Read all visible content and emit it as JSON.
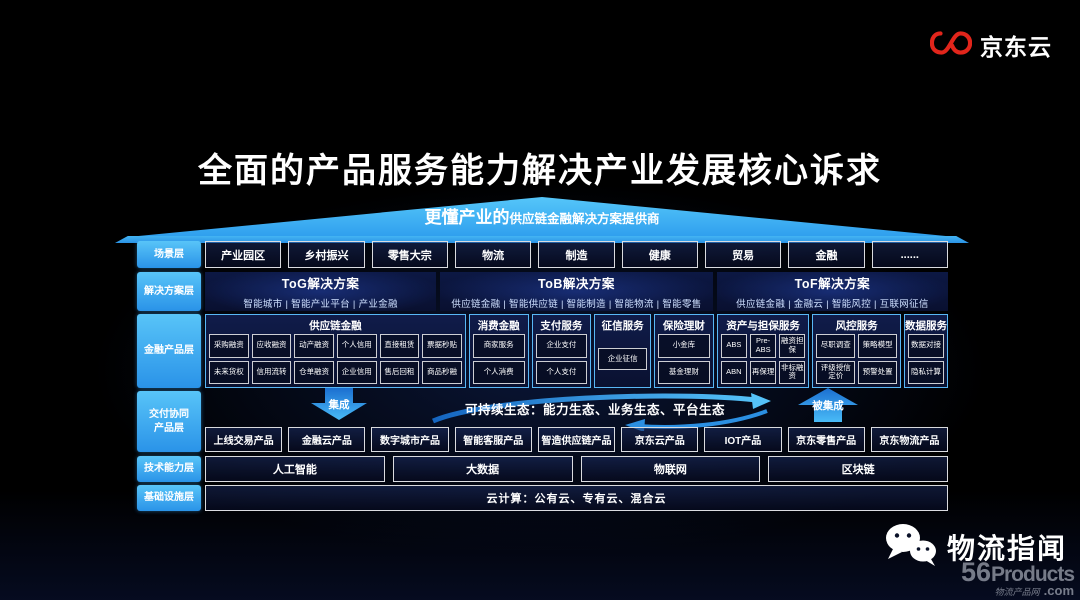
{
  "colors": {
    "accent_blue": "#3fb0f0",
    "brand_red": "#e1251b",
    "panel_navy": "#0a1130"
  },
  "logo": {
    "brand": "京东云",
    "mark": "jd-infinity-mark"
  },
  "title": "全面的产品服务能力解决产业发展核心诉求",
  "roof": {
    "headline_strong": "更懂产业的",
    "headline_rest": "供应链金融解决方案提供商"
  },
  "layers": {
    "scene": {
      "label": "场景层",
      "items": [
        "产业园区",
        "乡村振兴",
        "零售大宗",
        "物流",
        "制造",
        "健康",
        "贸易",
        "金融",
        "......"
      ]
    },
    "solution": {
      "label": "解决方案层",
      "groups": [
        {
          "title": "ToG解决方案",
          "sub": "智能城市 | 智能产业平台 | 产业金融"
        },
        {
          "title": "ToB解决方案",
          "sub": "供应链金融 | 智能供应链 | 智能制造 | 智能物流 | 智能零售"
        },
        {
          "title": "ToF解决方案",
          "sub": "供应链金融 | 金融云 | 智能风控 | 互联网征信"
        }
      ]
    },
    "finance": {
      "label": "金融产品层",
      "groups": [
        {
          "title": "供应链金融",
          "rows": [
            [
              "采购融资",
              "应收融资",
              "动产融资",
              "个人信用",
              "直接租赁",
              "票据秒贴"
            ],
            [
              "未来货权",
              "信用流转",
              "仓单融资",
              "企业信用",
              "售后回租",
              "商品秒融"
            ]
          ]
        },
        {
          "title": "消费金融",
          "rows": [
            [
              "商家服务"
            ],
            [
              "个人消费"
            ]
          ]
        },
        {
          "title": "支付服务",
          "rows": [
            [
              "企业支付"
            ],
            [
              "个人支付"
            ]
          ]
        },
        {
          "title": "征信服务",
          "rows": [
            [
              "企业征信"
            ]
          ]
        },
        {
          "title": "保险理财",
          "rows": [
            [
              "小金库"
            ],
            [
              "基金理财"
            ]
          ]
        },
        {
          "title": "资产与担保服务",
          "rows": [
            [
              "ABS",
              "Pre-ABS",
              "融资担保"
            ],
            [
              "ABN",
              "再保理",
              "非标融资"
            ]
          ]
        },
        {
          "title": "风控服务",
          "rows": [
            [
              "尽职调查",
              "策略模型"
            ],
            [
              "评级授信定价",
              "预警处置"
            ]
          ]
        },
        {
          "title": "数据服务",
          "rows": [
            [
              "数据对接"
            ],
            [
              "隐私计算"
            ]
          ]
        }
      ]
    },
    "delivery": {
      "label_line1": "交付协同",
      "label_line2": "产品层",
      "integrate": "集成",
      "integrated": "被集成",
      "ecosystem": "可持续生态：能力生态、业务生态、平台生态",
      "products": [
        "上线交易产品",
        "金融云产品",
        "数字城市产品",
        "智能客服产品",
        "智造供应链产品",
        "京东云产品",
        "IOT产品",
        "京东零售产品",
        "京东物流产品"
      ]
    },
    "tech": {
      "label": "技术能力层",
      "items": [
        "人工智能",
        "大数据",
        "物联网",
        "区块链"
      ]
    },
    "infra": {
      "label": "基础设施层",
      "item": "云计算：公有云、专有云、混合云"
    }
  },
  "watermark": {
    "wechat_icon": "wechat-bubbles",
    "wechat_account": "物流指闻",
    "site_number": "56",
    "site_name": "Products",
    "site_cn": "物流产品网",
    "site_domain": ".com"
  }
}
